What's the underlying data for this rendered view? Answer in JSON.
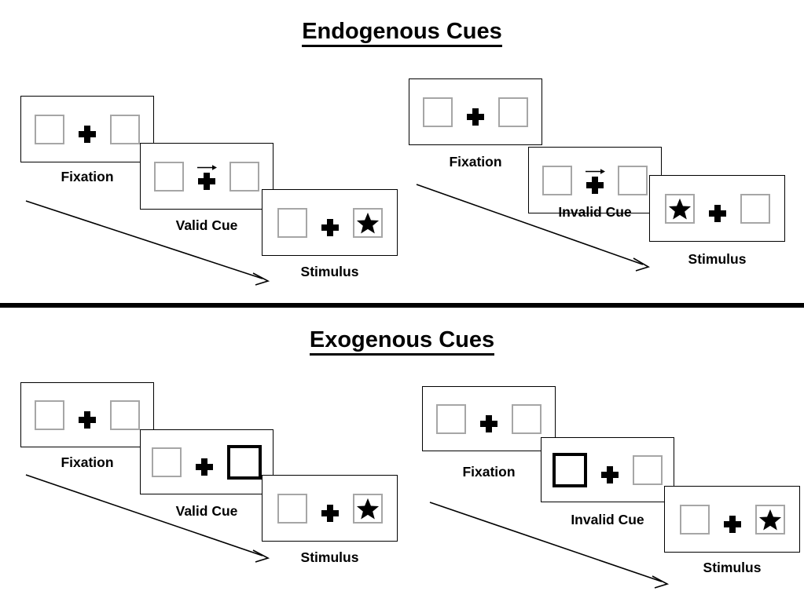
{
  "sections": [
    {
      "id": "endogenous",
      "title": "Endogenous Cues",
      "groups": [
        {
          "id": "endogenous-valid",
          "panels": [
            {
              "label": "Fixation",
              "cue": "none",
              "left": "empty",
              "right": "empty"
            },
            {
              "label": "Valid Cue",
              "cue": "arrow-right",
              "left": "empty",
              "right": "empty"
            },
            {
              "label": "Stimulus",
              "cue": "none",
              "left": "empty",
              "right": "star"
            }
          ]
        },
        {
          "id": "endogenous-invalid",
          "panels": [
            {
              "label": "Fixation",
              "cue": "none",
              "left": "empty",
              "right": "empty"
            },
            {
              "label": "Invalid Cue",
              "cue": "arrow-right",
              "left": "empty",
              "right": "empty"
            },
            {
              "label": "Stimulus",
              "cue": "none",
              "left": "star",
              "right": "empty"
            }
          ]
        }
      ]
    },
    {
      "id": "exogenous",
      "title": "Exogenous Cues",
      "groups": [
        {
          "id": "exogenous-valid",
          "panels": [
            {
              "label": "Fixation",
              "cue": "none",
              "left": "empty",
              "right": "empty"
            },
            {
              "label": "Valid Cue",
              "cue": "none",
              "left": "empty",
              "right": "cued"
            },
            {
              "label": "Stimulus",
              "cue": "none",
              "left": "empty",
              "right": "star"
            }
          ]
        },
        {
          "id": "exogenous-invalid",
          "panels": [
            {
              "label": "Fixation",
              "cue": "none",
              "left": "empty",
              "right": "empty"
            },
            {
              "label": "Invalid Cue",
              "cue": "none",
              "left": "cued",
              "right": "empty"
            },
            {
              "label": "Stimulus",
              "cue": "none",
              "left": "empty",
              "right": "star"
            }
          ]
        }
      ]
    }
  ],
  "colors": {
    "background": "#ffffff",
    "stroke": "#000000",
    "box_border": "#a6a6a6",
    "cued_box_border": "#000000",
    "star_fill": "#000000"
  }
}
